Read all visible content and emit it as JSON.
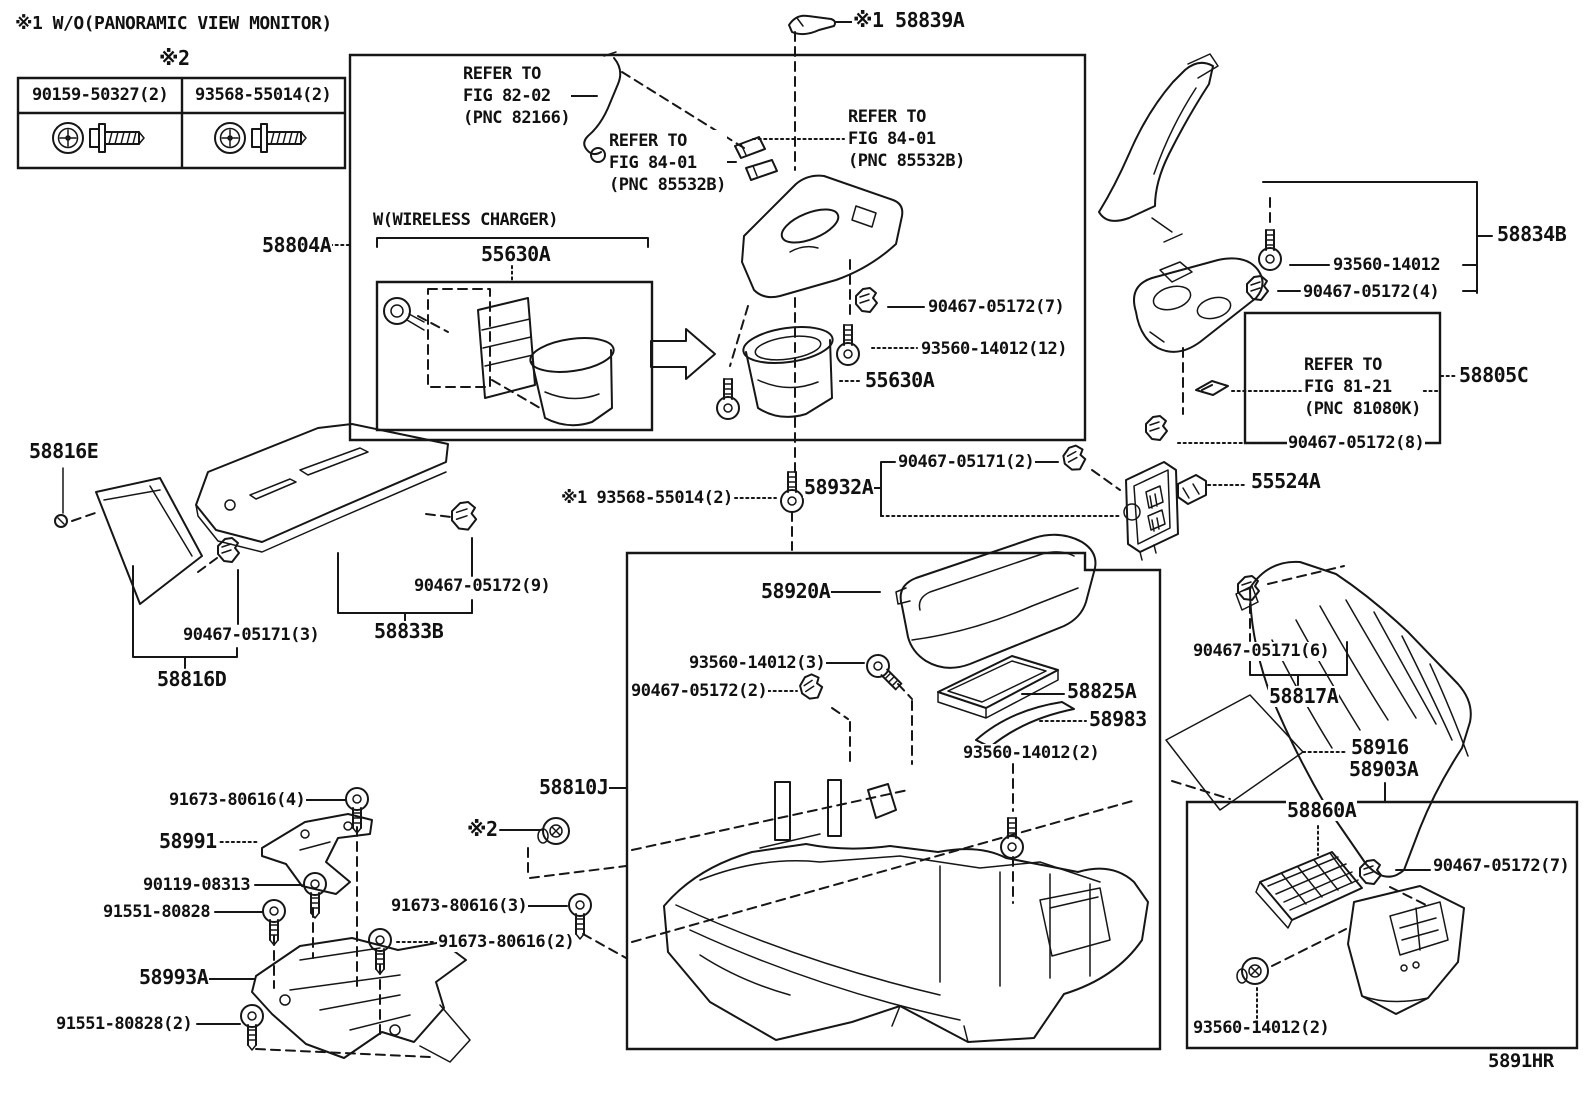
{
  "diagram_code": "5891HR",
  "notes": {
    "top_note": "※1 W/O(PANORAMIC VIEW MONITOR)",
    "wireless_charger": "W(WIRELESS CHARGER)",
    "refer_fig_82_02": "REFER TO\nFIG 82-02\n(PNC 82166)",
    "refer_fig_84_01_left": "REFER TO\nFIG 84-01\n(PNC 85532B)",
    "refer_fig_84_01_right": "REFER TO\nFIG 84-01\n(PNC 85532B)",
    "refer_fig_81_21": "REFER TO\nFIG 81-21\n(PNC 81080K)"
  },
  "fastener_table": {
    "header": "※2",
    "cells": [
      "90159-50327(2)",
      "93568-55014(2)"
    ]
  },
  "labels": {
    "58839A": "※1 58839A",
    "58804A": "58804A",
    "55630A_top": "55630A",
    "55630A_call": "55630A",
    "90467-05172(7)a": "90467-05172(7)",
    "93560-14012(12)": "93560-14012(12)",
    "58834B": "58834B",
    "93560-14012": "93560-14012",
    "90467-05172(4)": "90467-05172(4)",
    "58805C": "58805C",
    "90467-05172(8)": "90467-05172(8)",
    "55524A": "55524A",
    "90467-05171(2)": "90467-05171(2)",
    "58932A": "58932A",
    "93568-55014(2)": "※1 93568-55014(2)",
    "58816E": "58816E",
    "90467-05171(3)": "90467-05171(3)",
    "58816D": "58816D",
    "90467-05172(9)": "90467-05172(9)",
    "58833B": "58833B",
    "58920A": "58920A",
    "93560-14012(3)": "93560-14012(3)",
    "90467-05172(2)": "90467-05172(2)",
    "58825A": "58825A",
    "58983": "58983",
    "93560-14012(2)a": "93560-14012(2)",
    "58810J": "58810J",
    "x2_callout": "※2",
    "91673-80616(4)": "91673-80616(4)",
    "58991": "58991",
    "90119-08313": "90119-08313",
    "91551-80828": "91551-80828",
    "91673-80616(3)": "91673-80616(3)",
    "91673-80616(2)": "91673-80616(2)",
    "58993A": "58993A",
    "91551-80828(2)": "91551-80828(2)",
    "90467-05171(6)": "90467-05171(6)",
    "58817A": "58817A",
    "58916": "58916",
    "58903A": "58903A",
    "58860A": "58860A",
    "90467-05172(7)b": "90467-05172(7)",
    "93560-14012(2)b": "93560-14012(2)"
  }
}
